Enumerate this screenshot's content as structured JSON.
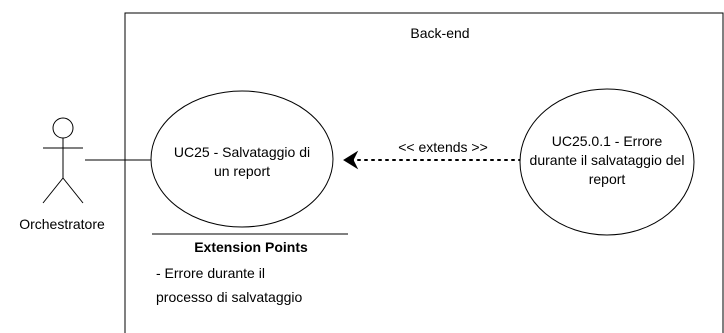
{
  "diagram": {
    "boundary_label": "Back-end",
    "actor_label": "Orchestratore",
    "use_case_main": {
      "line1": "UC25 - Salvataggio di",
      "line2": "un report"
    },
    "use_case_extension": {
      "line1": "UC25.0.1 - Errore",
      "line2": "durante il salvataggio del",
      "line3": "report"
    },
    "relation_label": "<< extends >>",
    "extension_points": {
      "title": "Extension Points",
      "item_line1": "- Errore durante il",
      "item_line2": "processo di salvataggio"
    }
  },
  "colors": {
    "stroke": "#000000",
    "background": "#ffffff"
  }
}
